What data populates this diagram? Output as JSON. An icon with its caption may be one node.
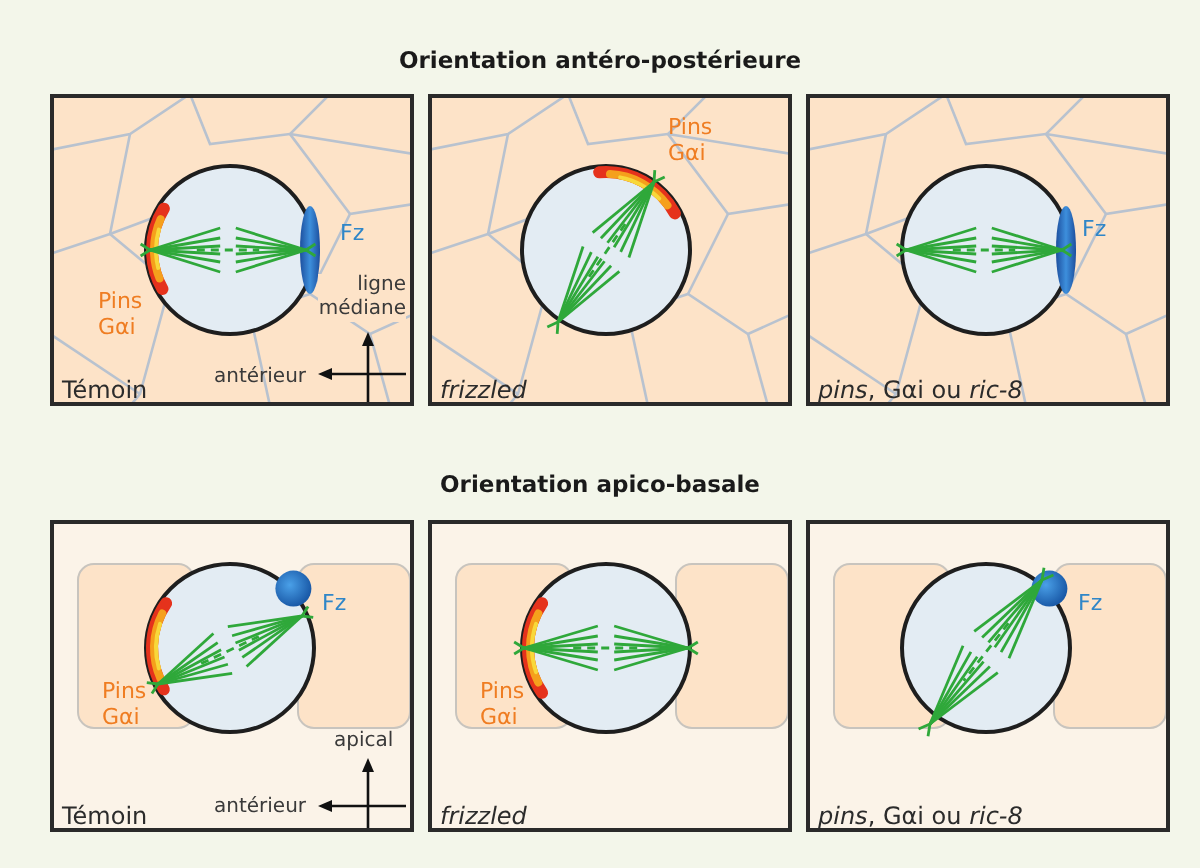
{
  "diagram": {
    "nodes": [
      {
        "text": [
          "Fz",
          "Pins Gαi",
          "ligne médiane",
          "antérieur",
          "Témoin"
        ]
      },
      {
        "text": [
          "Pins Gαi",
          "frizzled"
        ]
      },
      {
        "text": [
          "Fz",
          "*pins*, Gαi ou *ric-8*"
        ]
      },
      {
        "text": [
          "Fz",
          "Pins Gαi",
          "apical",
          "antérieur",
          "Témoin"
        ]
      },
      {
        "text": [
          "Pins Gαi",
          "frizzled"
        ]
      },
      {
        "text": [
          "Fz",
          "*pins*, Gαi ou *ric-8*"
        ]
      }
    ],
    "labels": [
      "Orientation antéro-postérieure",
      "Orientation apico-basale"
    ]
  }
}
